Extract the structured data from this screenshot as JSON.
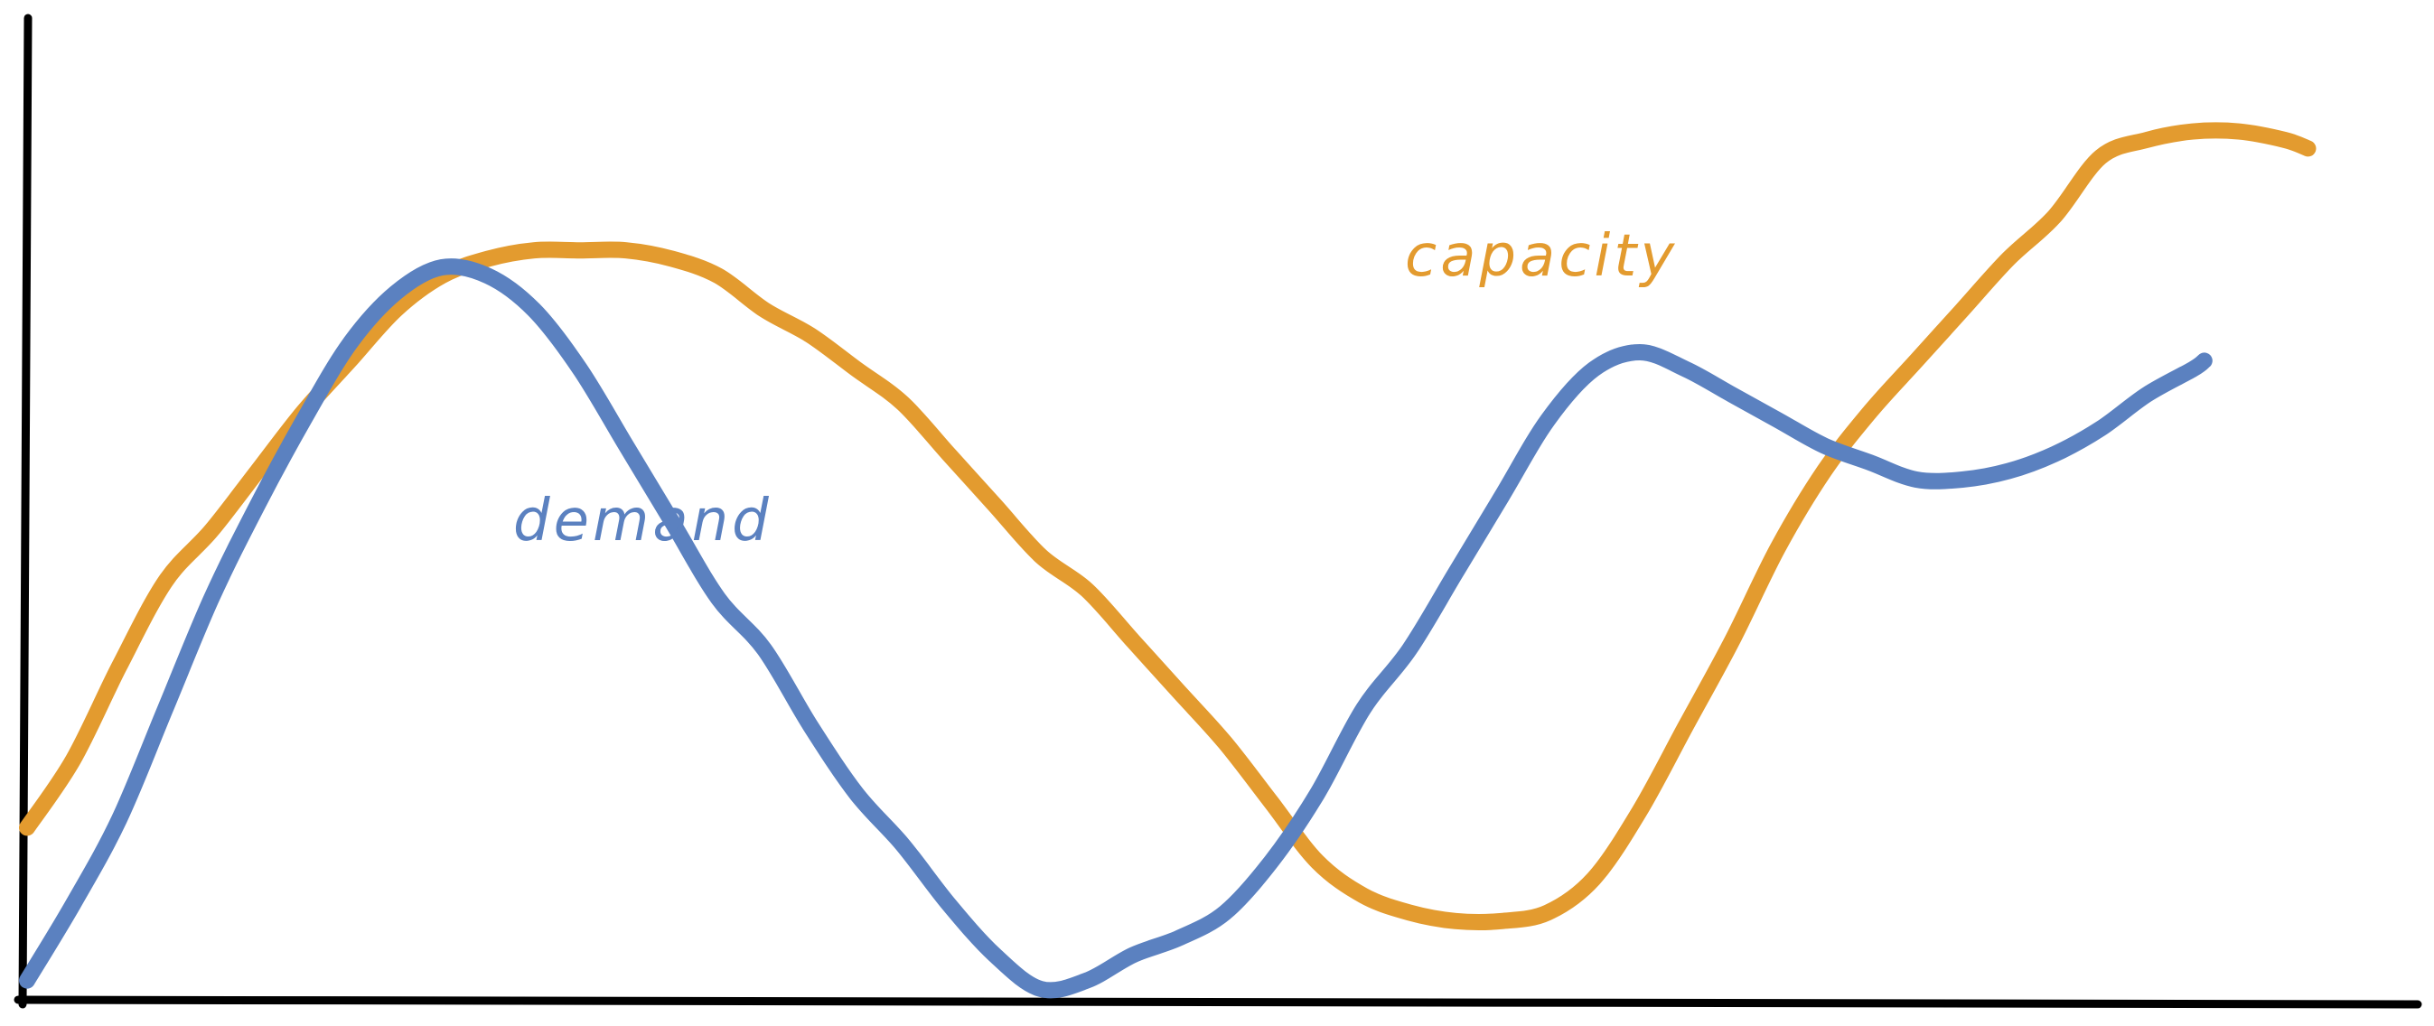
{
  "chart_data": {
    "type": "line",
    "title": "",
    "xlabel": "",
    "ylabel": "",
    "xlim": [
      0,
      100
    ],
    "ylim": [
      0,
      100
    ],
    "grid": false,
    "legend": "none",
    "series": [
      {
        "name": "capacity",
        "color": "#e39b2f",
        "x": [
          0,
          2,
          4,
          6,
          8,
          10,
          12,
          14,
          16,
          18,
          20,
          22,
          24,
          26,
          28,
          30,
          32,
          34,
          36,
          38,
          40,
          42,
          44,
          46,
          48,
          50,
          52,
          54,
          56,
          58,
          60,
          62,
          64,
          66,
          68,
          70,
          72,
          74,
          76,
          78,
          80,
          82,
          84,
          86,
          88,
          90,
          92,
          94,
          96,
          98,
          99
        ],
        "y": [
          19,
          27,
          38,
          48,
          54,
          61,
          68,
          74,
          80,
          84,
          86,
          87,
          87,
          87,
          86,
          84,
          80,
          77,
          73,
          69,
          63,
          57,
          51,
          47,
          41,
          35,
          29,
          22,
          15,
          11,
          9,
          8,
          8,
          9,
          13,
          21,
          31,
          41,
          52,
          61,
          68,
          74,
          80,
          86,
          91,
          98,
          100,
          101,
          101,
          100,
          99
        ]
      },
      {
        "name": "demand",
        "color": "#5b81c0",
        "x": [
          0,
          2,
          4,
          6,
          8,
          10,
          12,
          14,
          16,
          18,
          20,
          22,
          24,
          26,
          28,
          30,
          32,
          34,
          36,
          38,
          40,
          42,
          44,
          46,
          48,
          50,
          52,
          54,
          56,
          58,
          60,
          62,
          64,
          66,
          68,
          70,
          72,
          74,
          76,
          78,
          80,
          82,
          84,
          86,
          88,
          90,
          92,
          94,
          94.5
        ],
        "y": [
          1,
          10,
          20,
          33,
          46,
          57,
          67,
          76,
          82,
          85,
          84,
          80,
          73,
          64,
          55,
          46,
          40,
          31,
          23,
          17,
          10,
          4,
          0,
          1,
          4,
          6,
          9,
          15,
          23,
          33,
          40,
          49,
          58,
          67,
          73,
          75,
          73,
          70,
          67,
          64,
          62,
          60,
          60,
          61,
          63,
          66,
          70,
          73,
          74
        ]
      }
    ],
    "annotations": [
      {
        "text": "capacity",
        "series": "capacity"
      },
      {
        "text": "demand",
        "series": "demand"
      }
    ]
  }
}
